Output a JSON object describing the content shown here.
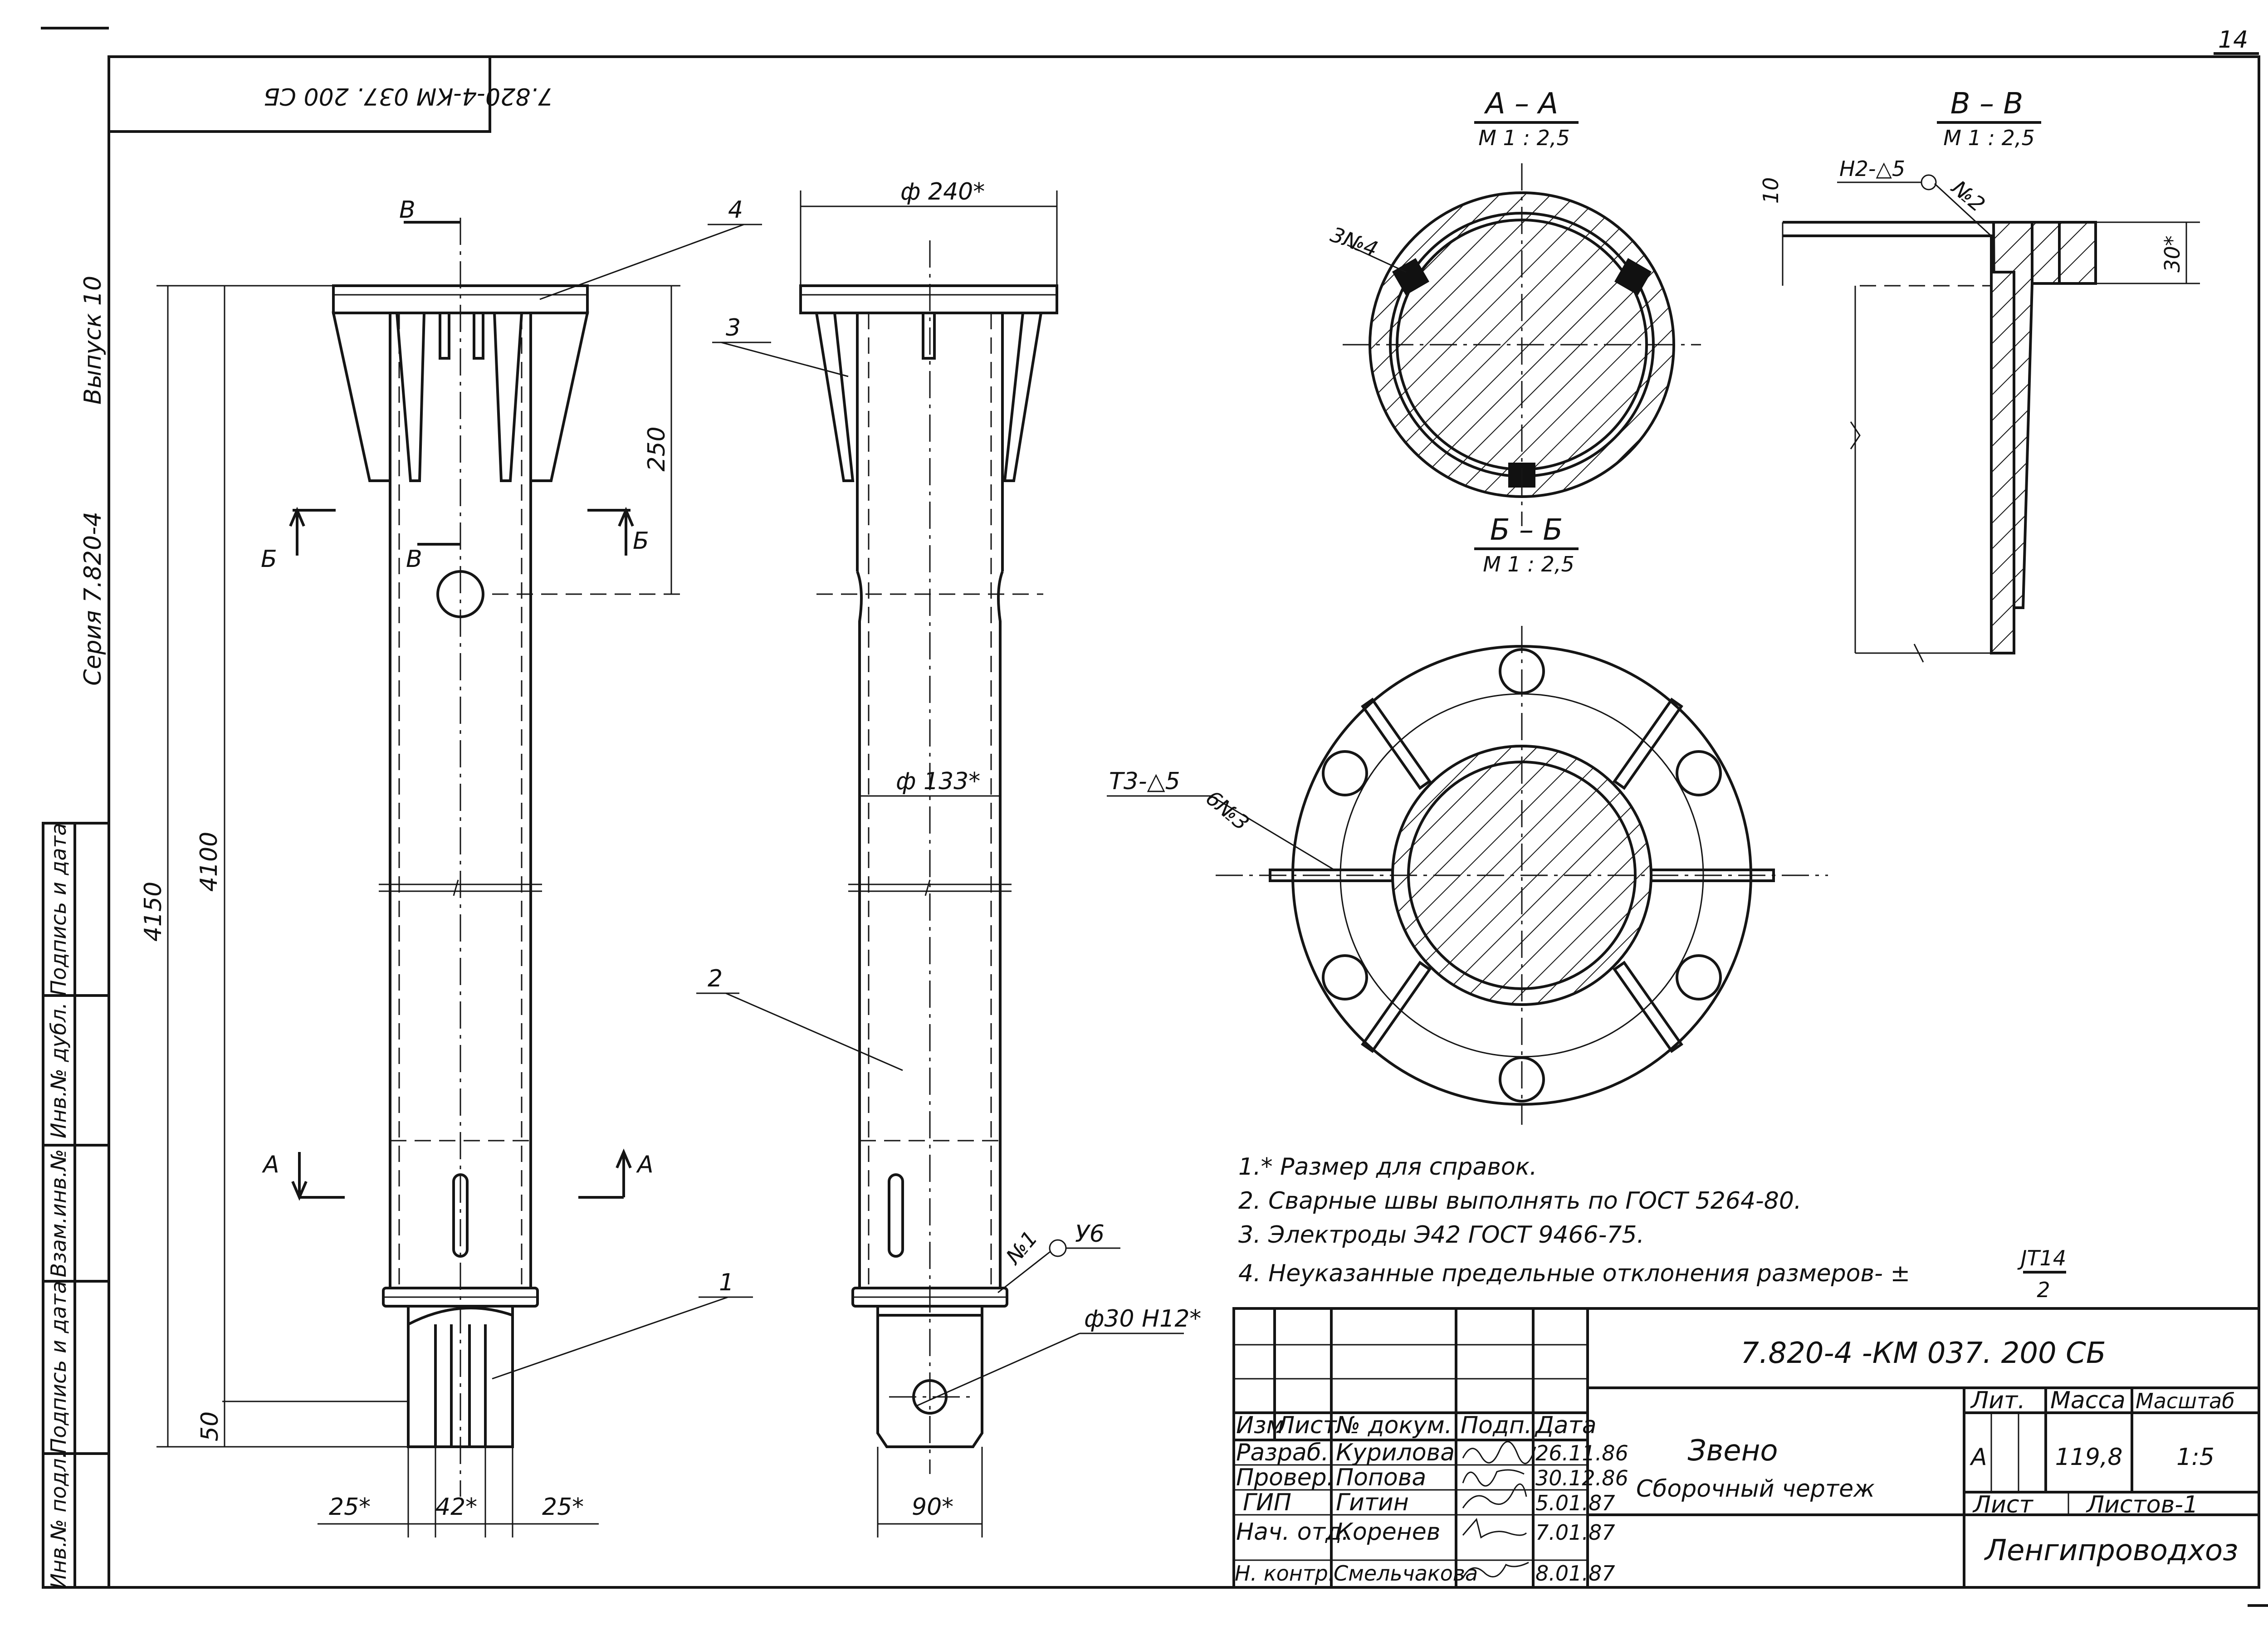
{
  "sheet_number": "14",
  "corner_stamp": "7.820-4-КМ 037. 200 СБ",
  "margin": {
    "issue": "Выпуск 10",
    "series": "Серия 7.820-4",
    "fields": [
      "Подпись и дата",
      "Инв.№ дубл.",
      "Взам.инв.№",
      "Подпись и дата",
      "Инв.№ подл."
    ]
  },
  "front_view": {
    "section_B_mark": "В",
    "section_B_mark_lower": "В",
    "section_Bb_left": "Б",
    "section_Bb_right": "Б",
    "section_A_left": "А",
    "section_A_right": "А",
    "dim_total": "4150",
    "dim_body": "4100",
    "dim_top": "250",
    "dim_bottom": "50",
    "dim_left": "25*",
    "dim_mid": "42*",
    "dim_right": "25*",
    "pos4": "4",
    "pos1": "1"
  },
  "side_view": {
    "dia_flange": "ф 240*",
    "dia_pipe": "ф 133*",
    "dia_hole": "ф30 Н12*",
    "dim_width": "90*",
    "pos3": "3",
    "pos2": "2",
    "weld_note": "№1",
    "weld_code": "У6"
  },
  "section_AA": {
    "title": "А – А",
    "scale": "М 1 : 2,5",
    "weld": "3№4"
  },
  "section_BB": {
    "title": "Б – Б",
    "scale": "М 1 : 2,5",
    "weld_code": "Т3-△5",
    "weld_num": "6№3"
  },
  "section_VV": {
    "title": "В – В",
    "scale": "М 1 : 2,5",
    "weld_code": "Н2-△5",
    "weld_num": "№2",
    "dim_10": "10",
    "dim_30": "30*"
  },
  "notes": [
    "1.* Размер для справок.",
    "2. Сварные швы выполнять по ГОСТ 5264-80.",
    "3. Электроды Э42 ГОСТ 9466-75.",
    "4. Неуказанные предельные отклонения размеров- ±"
  ],
  "note4_fraction": {
    "num": "JT14",
    "den": "2"
  },
  "title_block": {
    "designation": "7.820-4   -КМ 037. 200 СБ",
    "name_line1": "Звено",
    "name_line2": "Сборочный чертеж",
    "headers": [
      "Изм",
      "Лист",
      "№ докум.",
      "Подп.",
      "Дата"
    ],
    "rows": [
      {
        "role": "Разраб.",
        "name": "Курилова",
        "date": "26.11.86"
      },
      {
        "role": "Провер.",
        "name": "Попова",
        "date": "30.12.86"
      },
      {
        "role": "ГИП",
        "name": "Гитин",
        "date": "5.01.87"
      },
      {
        "role": "Нач. отд.",
        "name": "Коренев",
        "date": "7.01.87"
      },
      {
        "role": "Н. контр.",
        "name": "Смельчакова",
        "date": "8.01.87"
      }
    ],
    "lit_label": "Лит.",
    "mass_label": "Масса",
    "scale_label": "Масштаб",
    "lit_value": "А",
    "mass_value": "119,8",
    "scale_value": "1:5",
    "sheet_label": "Лист",
    "sheets_label": "Листов-1",
    "organization": "Ленгипроводхоз"
  }
}
